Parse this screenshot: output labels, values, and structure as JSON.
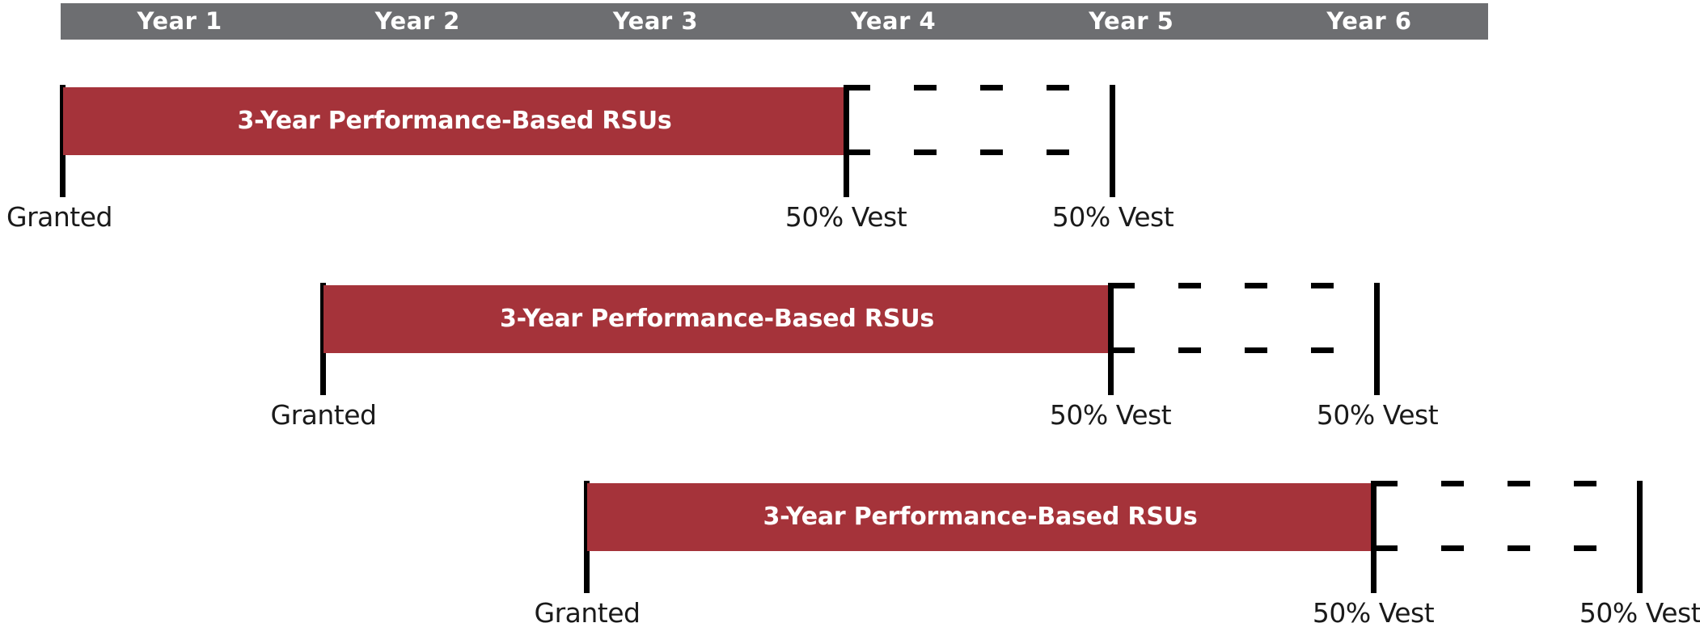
{
  "header": {
    "bar_color": "#6d6e71",
    "years": [
      {
        "label": "Year 1"
      },
      {
        "label": "Year 2"
      },
      {
        "label": "Year 3"
      },
      {
        "label": "Year 4"
      },
      {
        "label": "Year 5"
      },
      {
        "label": "Year 6"
      }
    ]
  },
  "theme": {
    "bar_color": "#a5333a",
    "line_color": "#000000",
    "text_color": "#1a1a1a",
    "bar_text_color": "#ffffff",
    "background": "#ffffff"
  },
  "rows": [
    {
      "id": "grant-tranche-1",
      "bar_label": "3-Year Performance-Based RSUs",
      "granted_label": "Granted",
      "vest_1_label": "50% Vest",
      "vest_2_label": "50% Vest"
    },
    {
      "id": "grant-tranche-2",
      "bar_label": "3-Year Performance-Based RSUs",
      "granted_label": "Granted",
      "vest_1_label": "50% Vest",
      "vest_2_label": "50% Vest"
    },
    {
      "id": "grant-tranche-3",
      "bar_label": "3-Year Performance-Based RSUs",
      "granted_label": "Granted",
      "vest_1_label": "50% Vest",
      "vest_2_label": "50% Vest"
    }
  ]
}
